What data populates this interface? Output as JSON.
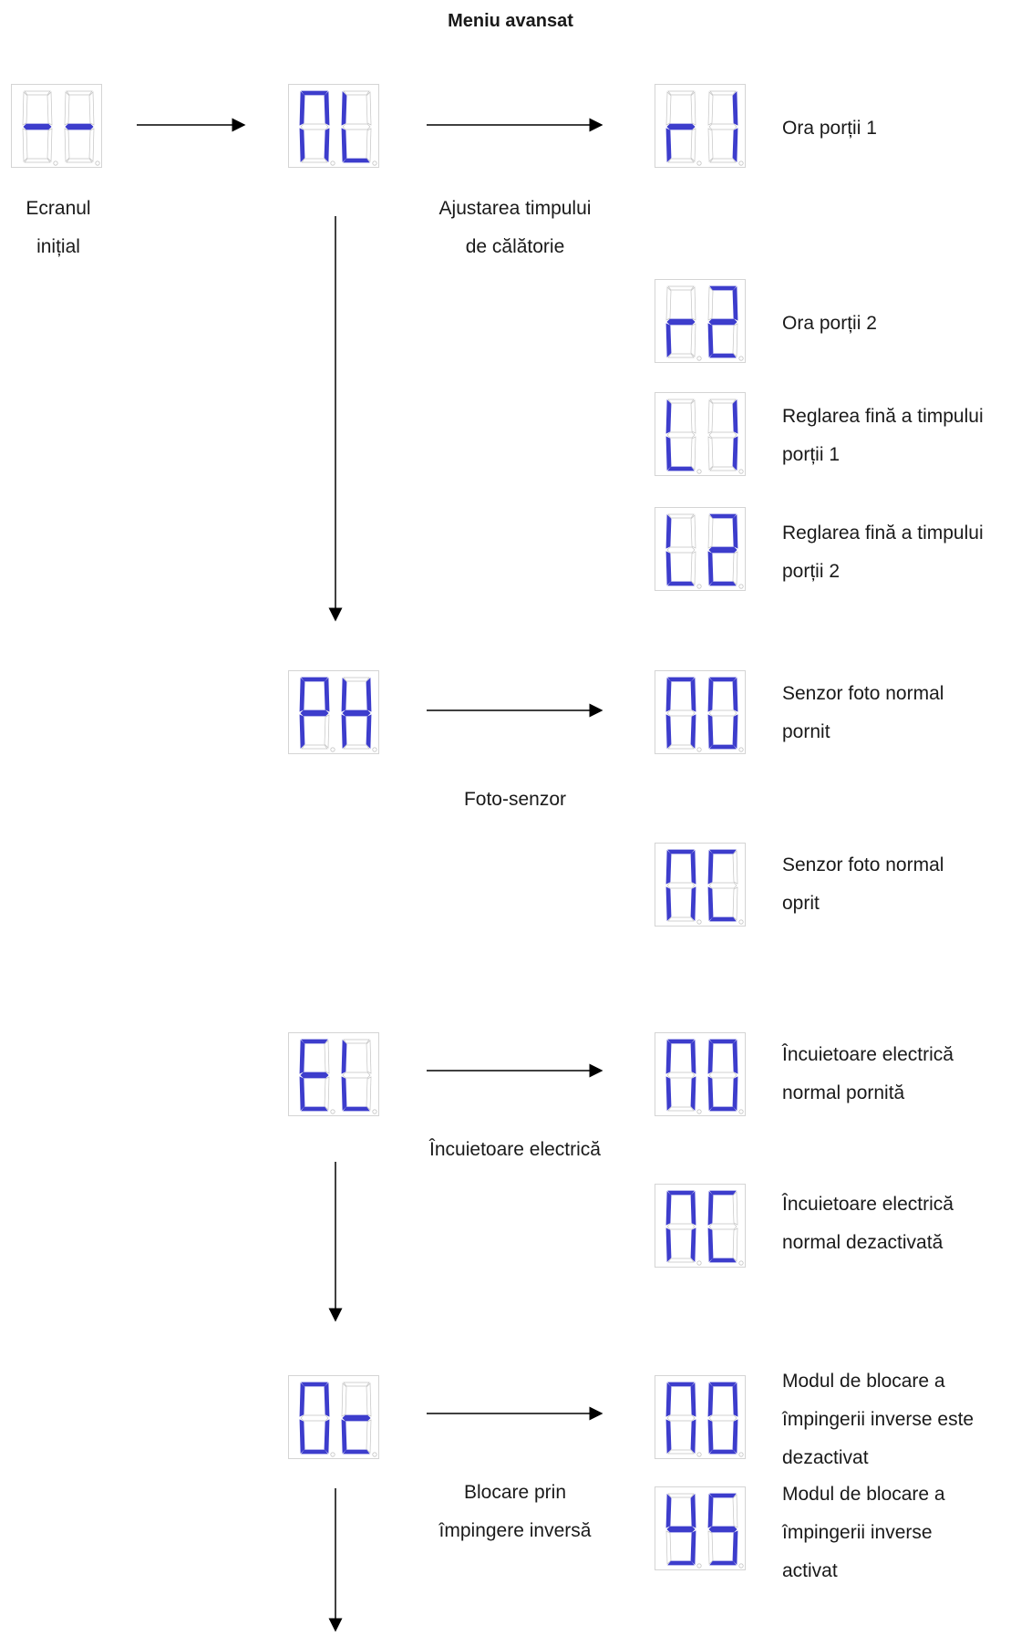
{
  "title": "Meniu avansat",
  "colors": {
    "segment_on": "#3d3dcc",
    "segment_off": "#c4c4c4",
    "arrow": "#000000"
  },
  "displays": [
    {
      "id": "initial",
      "code": "--",
      "segments": [
        [
          "g"
        ],
        [
          "g"
        ]
      ]
    },
    {
      "id": "travel-time",
      "code": "nL",
      "segments": [
        [
          "a",
          "b",
          "c",
          "e",
          "f"
        ],
        [
          "d",
          "e",
          "f"
        ]
      ]
    },
    {
      "id": "r1",
      "code": "r1",
      "segments": [
        [
          "e",
          "g"
        ],
        [
          "b",
          "c"
        ]
      ]
    },
    {
      "id": "r2",
      "code": "r2",
      "segments": [
        [
          "e",
          "g"
        ],
        [
          "a",
          "b",
          "d",
          "e",
          "g"
        ]
      ]
    },
    {
      "id": "l1",
      "code": "L1",
      "segments": [
        [
          "d",
          "e",
          "f"
        ],
        [
          "b",
          "c"
        ]
      ]
    },
    {
      "id": "l2",
      "code": "L2",
      "segments": [
        [
          "d",
          "e",
          "f"
        ],
        [
          "a",
          "b",
          "d",
          "e",
          "g"
        ]
      ]
    },
    {
      "id": "photo",
      "code": "PH",
      "segments": [
        [
          "a",
          "b",
          "e",
          "f",
          "g"
        ],
        [
          "b",
          "c",
          "e",
          "f",
          "g"
        ]
      ]
    },
    {
      "id": "photo-no",
      "code": "nO",
      "segments": [
        [
          "a",
          "b",
          "c",
          "e",
          "f"
        ],
        [
          "a",
          "b",
          "c",
          "d",
          "e",
          "f"
        ]
      ]
    },
    {
      "id": "photo-nc",
      "code": "nC",
      "segments": [
        [
          "a",
          "b",
          "c",
          "e",
          "f"
        ],
        [
          "a",
          "d",
          "e",
          "f"
        ]
      ]
    },
    {
      "id": "lock",
      "code": "EL",
      "segments": [
        [
          "a",
          "d",
          "e",
          "f",
          "g"
        ],
        [
          "d",
          "e",
          "f"
        ]
      ]
    },
    {
      "id": "lock-no",
      "code": "nO",
      "segments": [
        [
          "a",
          "b",
          "c",
          "e",
          "f"
        ],
        [
          "a",
          "b",
          "c",
          "d",
          "e",
          "f"
        ]
      ]
    },
    {
      "id": "lock-nc",
      "code": "nC",
      "segments": [
        [
          "a",
          "b",
          "c",
          "e",
          "f"
        ],
        [
          "a",
          "d",
          "e",
          "f"
        ]
      ]
    },
    {
      "id": "reverse",
      "code": "Oc",
      "segments": [
        [
          "a",
          "b",
          "c",
          "d",
          "e",
          "f"
        ],
        [
          "d",
          "e",
          "g"
        ]
      ]
    },
    {
      "id": "reverse-no",
      "code": "nO",
      "segments": [
        [
          "a",
          "b",
          "c",
          "e",
          "f"
        ],
        [
          "a",
          "b",
          "c",
          "d",
          "e",
          "f"
        ]
      ]
    },
    {
      "id": "reverse-yes",
      "code": "YS",
      "segments": [
        [
          "b",
          "c",
          "d",
          "f",
          "g"
        ],
        [
          "a",
          "c",
          "d",
          "f",
          "g"
        ]
      ]
    }
  ],
  "labels": {
    "initial": [
      "Ecranul",
      "inițial"
    ],
    "travel_time": [
      "Ajustarea timpului",
      "de călătorie"
    ],
    "r1": [
      "Ora porții 1"
    ],
    "r2": [
      "Ora porții 2"
    ],
    "l1": [
      "Reglarea fină a timpului",
      "porții 1"
    ],
    "l2": [
      "Reglarea fină a timpului",
      "porții 2"
    ],
    "photo": [
      "Foto-senzor"
    ],
    "photo_no": [
      "Senzor foto normal",
      "pornit"
    ],
    "photo_nc": [
      "Senzor foto normal",
      "oprit"
    ],
    "lock": [
      "Încuietoare electrică"
    ],
    "lock_no": [
      "Încuietoare electrică",
      "normal pornită"
    ],
    "lock_nc": [
      "Încuietoare electrică",
      "normal dezactivată"
    ],
    "reverse": [
      "Blocare prin",
      "împingere inversă"
    ],
    "reverse_no": [
      "Modul de blocare a",
      "împingerii inverse este",
      "dezactivat"
    ],
    "reverse_yes": [
      "Modul de blocare a",
      "împingerii inverse",
      "activat"
    ]
  }
}
